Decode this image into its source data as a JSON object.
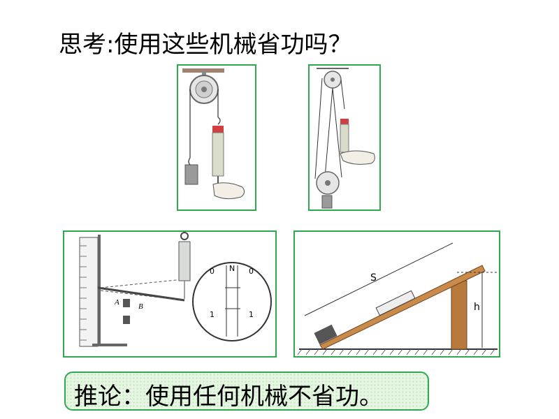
{
  "title": "思考:使用这些机械省功吗？",
  "conclusion": "推论：使用任何机械不省功。",
  "figures": {
    "lever": {
      "label_a": "A",
      "label_b": "B",
      "dial_n": "N",
      "dial_0_left": "0",
      "dial_0_right": "0",
      "dial_1_left": "1",
      "dial_1_right": "1"
    },
    "incline": {
      "label_s": "S",
      "label_h": "h"
    }
  },
  "colors": {
    "frame": "#2fa84f",
    "conclusion_bg": "#e7f6e3"
  }
}
